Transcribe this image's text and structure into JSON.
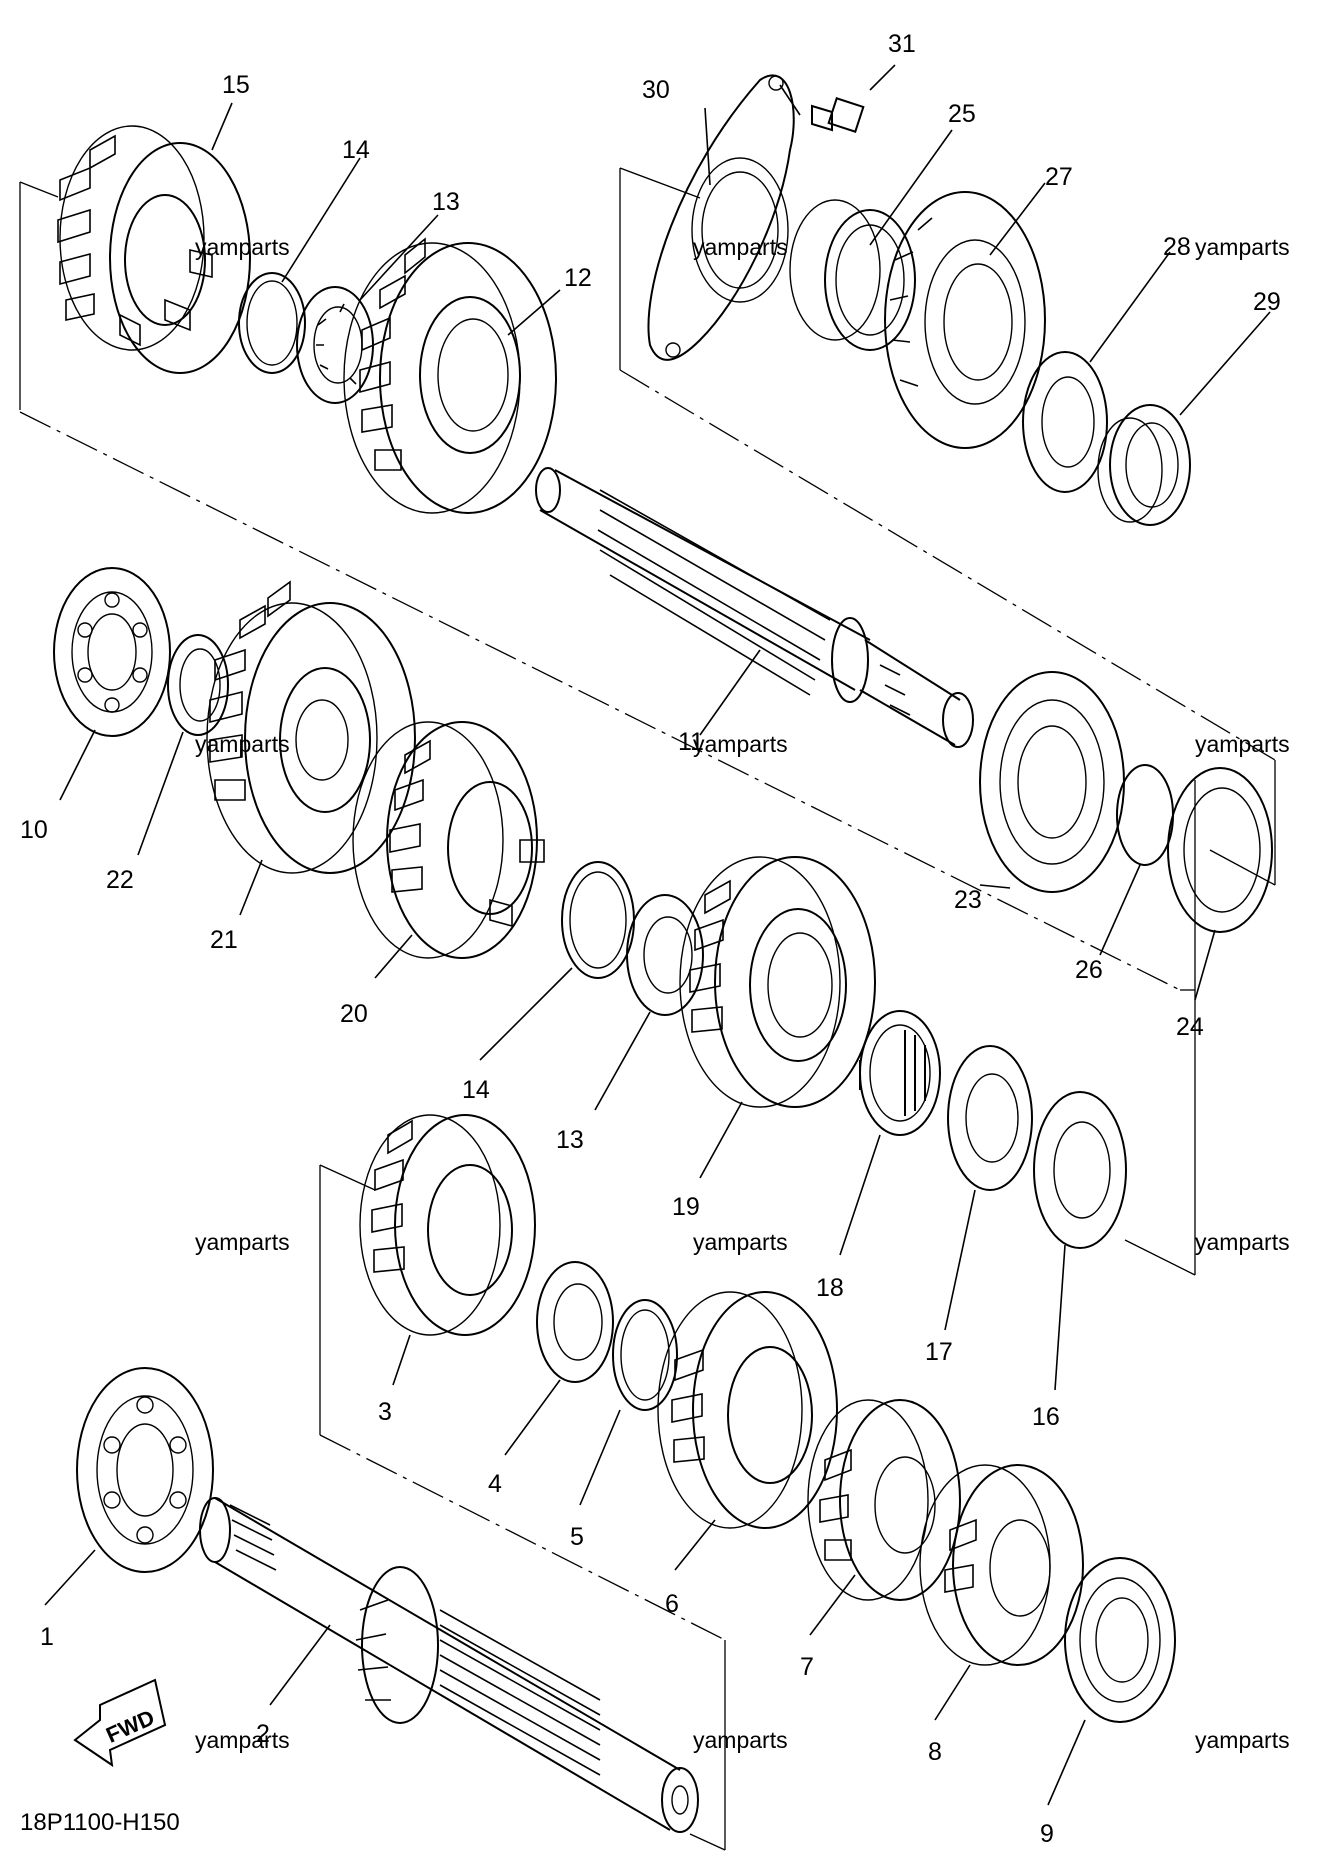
{
  "diagram": {
    "code": "18P1100-H150",
    "fwd_label": "FWD",
    "watermark": "yamparts",
    "callouts": [
      "1",
      "2",
      "3",
      "4",
      "5",
      "6",
      "7",
      "8",
      "9",
      "10",
      "11",
      "12",
      "13",
      "14",
      "15",
      "16",
      "17",
      "18",
      "19",
      "20",
      "21",
      "22",
      "23",
      "24",
      "25",
      "26",
      "27",
      "28",
      "29",
      "30",
      "31",
      "13",
      "14"
    ]
  }
}
